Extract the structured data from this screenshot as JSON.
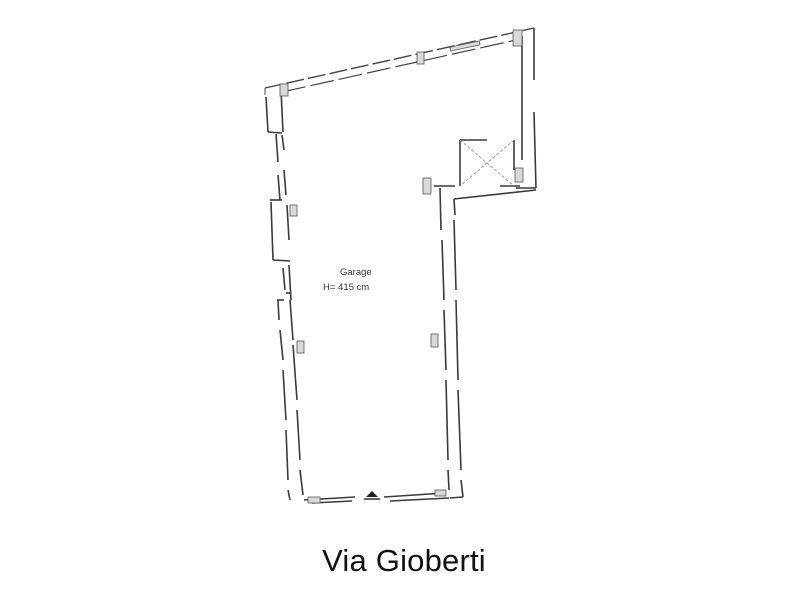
{
  "plan": {
    "room": {
      "name": "Garage",
      "height_label": "H= 415 cm"
    },
    "street_label": "Via Gioberti",
    "colors": {
      "background": "#ffffff",
      "line": "#3a3a3a",
      "pillar_fill": "#d9d9d9",
      "text": "#111111"
    },
    "symbols": [
      "pillar",
      "shaft-x-box",
      "entrance-marker"
    ]
  }
}
